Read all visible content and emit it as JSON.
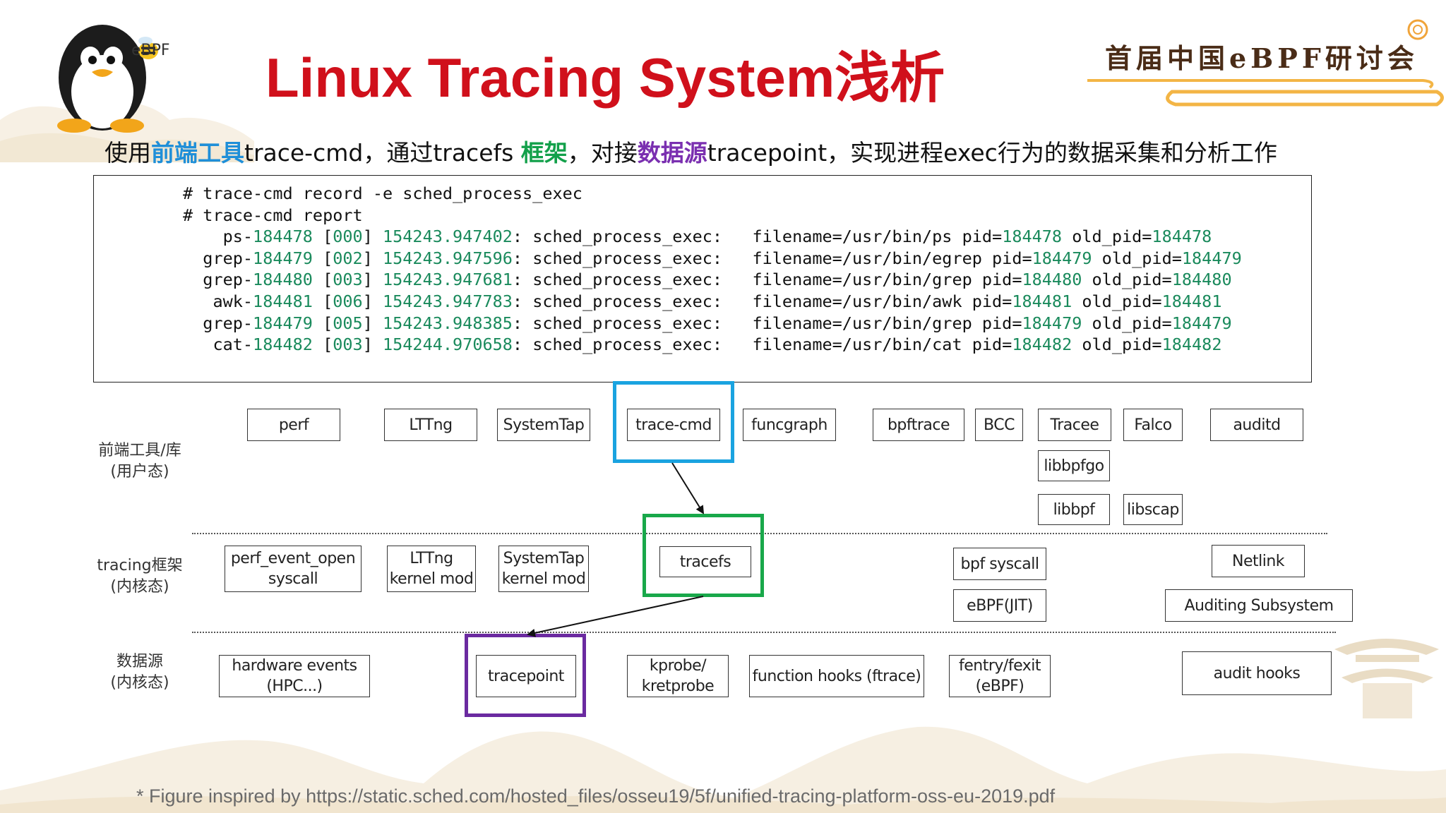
{
  "header": {
    "title": "Linux Tracing System浅析",
    "conference": "首届中国eBPF研讨会",
    "logo_text": "eBPF"
  },
  "subtitle": {
    "p1": "使用",
    "h1": "前端工具",
    "p2": "trace-cmd，通过tracefs ",
    "h2": "框架",
    "p3": "，对接",
    "h3": "数据源",
    "p4": "tracepoint，实现进程exec行为的数据采集和分析工作"
  },
  "terminal": {
    "commands": [
      "# trace-cmd record -e sched_process_exec",
      "# trace-cmd report"
    ],
    "rows": [
      {
        "comm": "ps",
        "pid": "184478",
        "cpu": "[000]",
        "ts": "154243.947402",
        "event": "sched_process_exec:",
        "file": "filename=/usr/bin/ps",
        "pid2": "184478",
        "old": "184478"
      },
      {
        "comm": "grep",
        "pid": "184479",
        "cpu": "[002]",
        "ts": "154243.947596",
        "event": "sched_process_exec:",
        "file": "filename=/usr/bin/egrep",
        "pid2": "184479",
        "old": "184479"
      },
      {
        "comm": "grep",
        "pid": "184480",
        "cpu": "[003]",
        "ts": "154243.947681",
        "event": "sched_process_exec:",
        "file": "filename=/usr/bin/grep",
        "pid2": "184480",
        "old": "184480"
      },
      {
        "comm": "awk",
        "pid": "184481",
        "cpu": "[006]",
        "ts": "154243.947783",
        "event": "sched_process_exec:",
        "file": "filename=/usr/bin/awk",
        "pid2": "184481",
        "old": "184481"
      },
      {
        "comm": "grep",
        "pid": "184479",
        "cpu": "[005]",
        "ts": "154243.948385",
        "event": "sched_process_exec:",
        "file": "filename=/usr/bin/grep",
        "pid2": "184479",
        "old": "184479"
      },
      {
        "comm": "cat",
        "pid": "184482",
        "cpu": "[003]",
        "ts": "154244.970658",
        "event": "sched_process_exec:",
        "file": "filename=/usr/bin/cat",
        "pid2": "184482",
        "old": "184482"
      }
    ]
  },
  "layers": {
    "frontend": "前端工具/库\n(用户态)",
    "framework": "tracing框架\n(内核态)",
    "source": "数据源\n(内核态)"
  },
  "frontend_tools": {
    "perf": "perf",
    "lttng": "LTTng",
    "systemtap": "SystemTap",
    "trace_cmd": "trace-cmd",
    "funcgraph": "funcgraph",
    "bpftrace": "bpftrace",
    "bcc": "BCC",
    "tracee": "Tracee",
    "falco": "Falco",
    "auditd": "auditd",
    "libbpfgo": "libbpfgo",
    "libbpf": "libbpf",
    "libscap": "libscap"
  },
  "frameworks": {
    "perf_event_open": "perf_event_open\nsyscall",
    "lttng_mod": "LTTng\nkernel mod",
    "systemtap_mod": "SystemTap\nkernel mod",
    "tracefs": "tracefs",
    "bpf_syscall": "bpf syscall",
    "ebpf_jit": "eBPF(JIT)",
    "netlink": "Netlink",
    "auditing": "Auditing Subsystem"
  },
  "sources": {
    "hw_events": "hardware events\n(HPC...)",
    "tracepoint": "tracepoint",
    "kprobe": "kprobe/\nkretprobe",
    "function_hooks": "function hooks (ftrace)",
    "fentry": "fentry/fexit\n(eBPF)",
    "audit_hooks": "audit hooks"
  },
  "colors": {
    "title": "#d0101b",
    "blue": "#1aa3e0",
    "green": "#19a84a",
    "purple": "#6b2aa0",
    "mono_number": "#1a8a5c"
  },
  "footnote": "* Figure inspired by https://static.sched.com/hosted_files/osseu19/5f/unified-tracing-platform-oss-eu-2019.pdf"
}
